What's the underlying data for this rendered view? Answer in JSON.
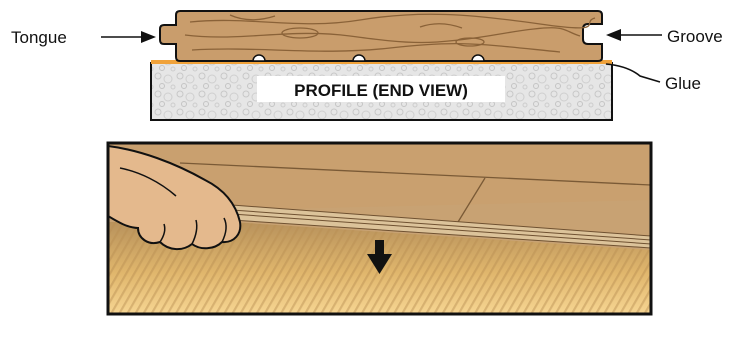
{
  "labels": {
    "tongue": "Tongue",
    "groove": "Groove",
    "glue": "Glue",
    "profile": "PROFILE (END VIEW)"
  },
  "icons": {
    "arrow": "down-arrow-icon"
  },
  "colors": {
    "wood": "#c99d6c",
    "wood_grain": "#8a6238",
    "foam": "#e4e4e4",
    "glue": "#f0a23a",
    "floor_plank": "#c89f70",
    "subfloor_light": "#f3d08a",
    "subfloor_dark": "#c39a5b",
    "skin": "#e4b98d",
    "outline": "#111111"
  }
}
